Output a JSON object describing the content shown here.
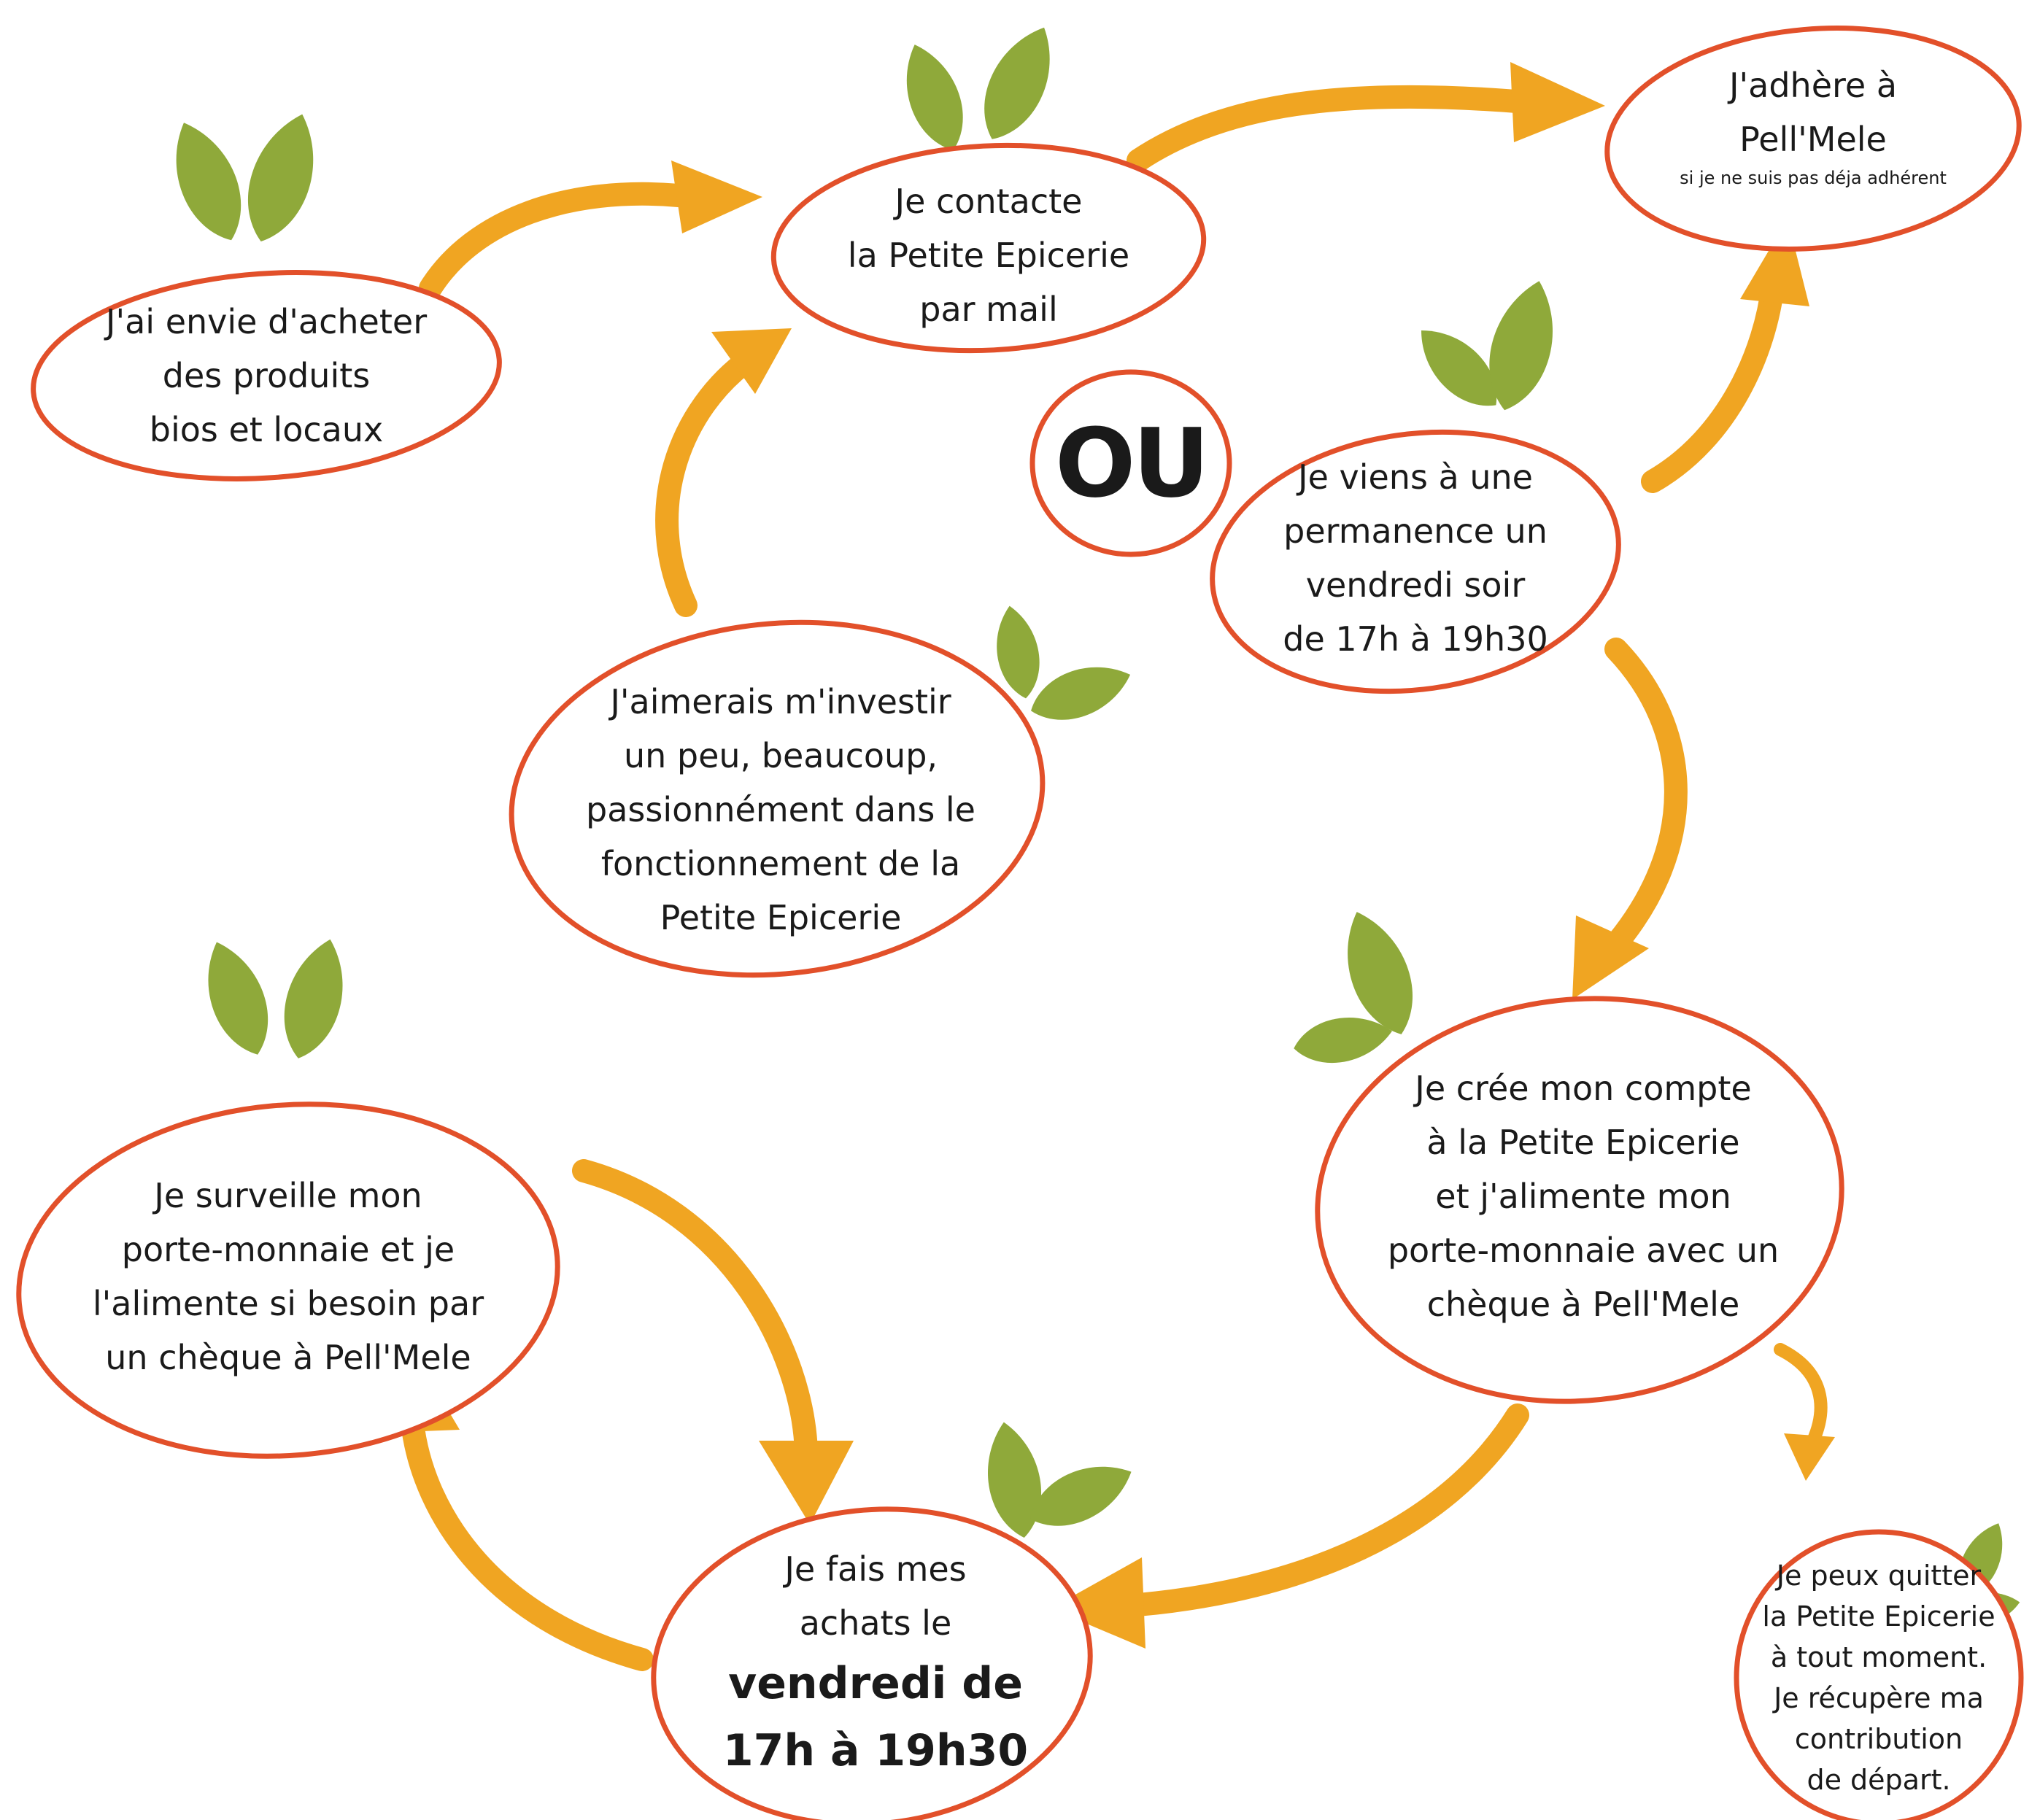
{
  "colors": {
    "ellipse_stroke": "#e2502a",
    "arrow": "#f0a522",
    "leaf": "#8fa93a",
    "text": "#1a1a1a"
  },
  "nodes": {
    "start": {
      "lines": [
        "J'ai envie d'acheter",
        "des produits",
        "bios et locaux"
      ]
    },
    "contact": {
      "lines": [
        "Je contacte",
        "la Petite Epicerie",
        "par mail"
      ]
    },
    "or_label": "OU",
    "adhere": {
      "line1": "J'adhère à",
      "line2": "Pell'Mele",
      "note": "si je ne suis pas déja adhérent"
    },
    "permanence": {
      "lines": [
        "Je viens à une",
        "permanence un",
        "vendredi soir",
        "de 17h à 19h30"
      ]
    },
    "invest": {
      "lines": [
        "J'aimerais m'investir",
        "un peu, beaucoup,",
        "passionnément dans le",
        "fonctionnement de la",
        "Petite Epicerie"
      ]
    },
    "account": {
      "lines": [
        "Je crée mon compte",
        "à la Petite Epicerie",
        "et j'alimente mon",
        "porte-monnaie avec un",
        "chèque à Pell'Mele"
      ]
    },
    "monitor": {
      "lines": [
        "Je surveille mon",
        "porte-monnaie et je",
        "l'alimente si besoin par",
        "un chèque à Pell'Mele"
      ]
    },
    "purchase": {
      "line1": "Je fais mes",
      "line2": "achats le",
      "line3": "vendredi de",
      "line4": "17h à 19h30"
    },
    "quit": {
      "lines": [
        "Je peux quitter",
        "la Petite Epicerie",
        "à tout moment.",
        "Je récupère ma",
        "contribution",
        "de départ."
      ]
    }
  }
}
